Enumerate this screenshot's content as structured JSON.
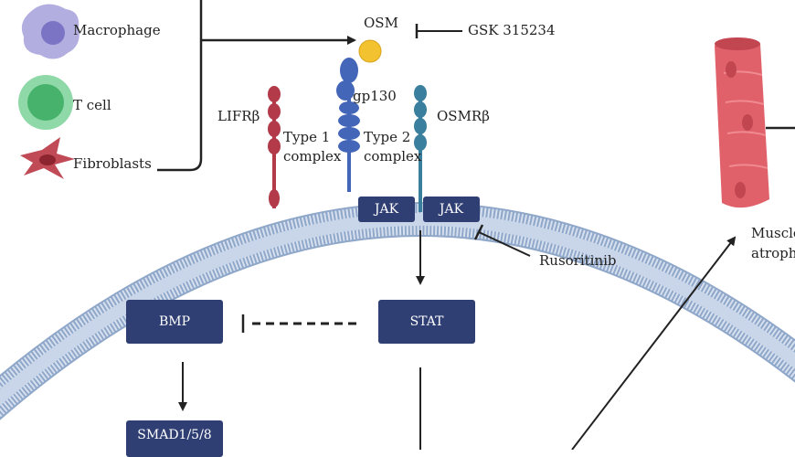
{
  "cells": {
    "macrophage": "Macrophage",
    "t_cell": "T cell",
    "fibroblasts": "Fibroblasts"
  },
  "ligand": "OSM",
  "inhibitors": {
    "osm_inhibitor": "GSK 315234",
    "jak_inhibitor": "Rusoritinib"
  },
  "receptors": {
    "lifr": "LIFRβ",
    "gp130": "gp130",
    "osmr": "OSMRβ",
    "type1_line1": "Type 1",
    "type1_line2": "complex",
    "type2_line1": "Type 2",
    "type2_line2": "complex"
  },
  "kinases": {
    "jak_left": "JAK",
    "jak_right": "JAK"
  },
  "pathway": {
    "stat": "STAT",
    "bmp": "BMP",
    "smad": "SMAD1/5/8"
  },
  "outcome": {
    "line1": "Muscle",
    "line2": "atrophy"
  },
  "colors": {
    "membrane": "#c9d6ea",
    "membrane_edge": "#8fa7c9",
    "box": "#2f3f73",
    "lifr": "#b33a48",
    "gp130": "#4466b8",
    "osmr": "#3a7f9e",
    "osm": "#f2c230",
    "muscle": "#e0616a"
  }
}
